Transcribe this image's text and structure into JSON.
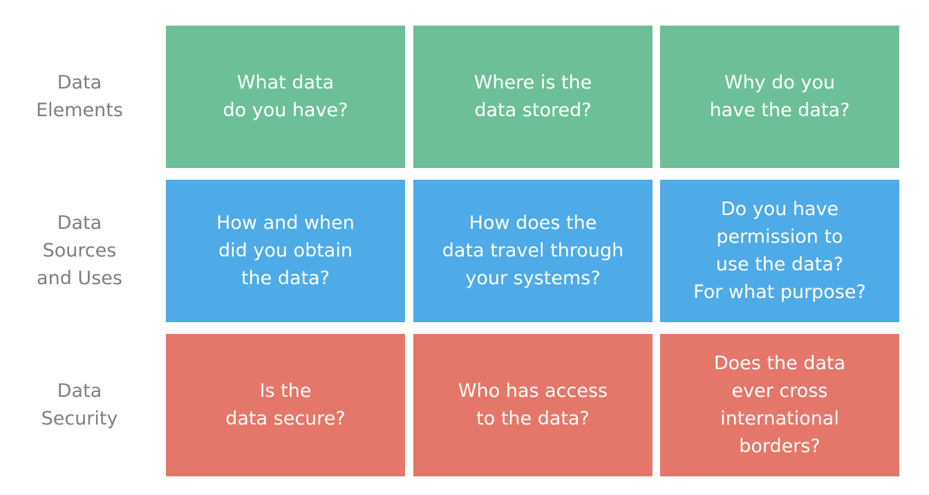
{
  "colors": {
    "row_label_text": "#7f7f7f",
    "tile_text": "#ffffff",
    "data_elements": "#6dbf98",
    "data_sources_and_uses": "#4faae8",
    "data_security": "#e4776a"
  },
  "rows": [
    {
      "label": "Data\nElements",
      "color": "#6dbf98",
      "questions": [
        "What data\ndo you have?",
        "Where is the\ndata stored?",
        "Why do you\nhave the data?"
      ]
    },
    {
      "label": "Data\nSources\nand Uses",
      "color": "#4faae8",
      "questions": [
        "How and when\ndid you obtain\nthe data?",
        "How does the\ndata travel through\nyour systems?",
        "Do you have\npermission to\nuse the data?\nFor what purpose?"
      ]
    },
    {
      "label": "Data\nSecurity",
      "color": "#e4776a",
      "questions": [
        "Is the\ndata secure?",
        "Who has access\nto the data?",
        "Does the data\never cross\ninternational\nborders?"
      ]
    }
  ]
}
